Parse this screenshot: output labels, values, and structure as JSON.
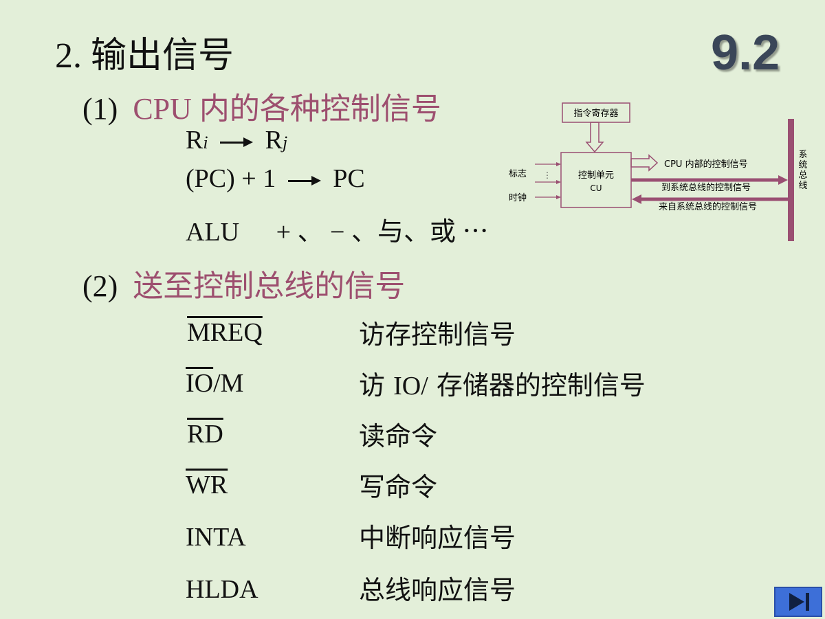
{
  "title": "2. 输出信号",
  "section_number": "9.2",
  "part1": {
    "label": "(1)",
    "heading": "CPU 内的各种控制信号",
    "formula1": {
      "left": "R",
      "left_sub": "i",
      "right": "R",
      "right_sub": "j"
    },
    "formula2": {
      "left": "(PC) + 1",
      "right": "PC"
    },
    "formula3": {
      "name": "ALU",
      "ops": "+ 、 − 、与、或   ⋯"
    }
  },
  "diagram": {
    "instruction_register": "指令寄存器",
    "cu_line1": "控制单元",
    "cu_line2": "CU",
    "flags": "标志",
    "clock": "时钟",
    "dots": "⋮",
    "internal_signal": "CPU 内部的控制信号",
    "to_bus": "到系统总线的控制信号",
    "from_bus": "来自系统总线的控制信号",
    "bus_label": [
      "系",
      "统",
      "总",
      "线"
    ],
    "bus_color": "#9a4f72"
  },
  "part2": {
    "label": "(2)",
    "heading": "送至控制总线的信号",
    "signals": [
      {
        "name": "MREQ",
        "overline": "MREQ",
        "desc": "访存控制信号"
      },
      {
        "name": "IO/M",
        "overline": "IO",
        "rest": "/M",
        "desc_a": "访",
        "desc_io": "IO/",
        "desc_b": "存储器的控制信号"
      },
      {
        "name": "RD",
        "overline": "RD",
        "desc": "读命令"
      },
      {
        "name": "WR",
        "overline": "WR",
        "desc": "写命令"
      },
      {
        "name": "INTA",
        "desc": "中断响应信号"
      },
      {
        "name": "HLDA",
        "desc": "总线响应信号"
      }
    ]
  },
  "nav": {
    "icon": "next-end-icon"
  }
}
